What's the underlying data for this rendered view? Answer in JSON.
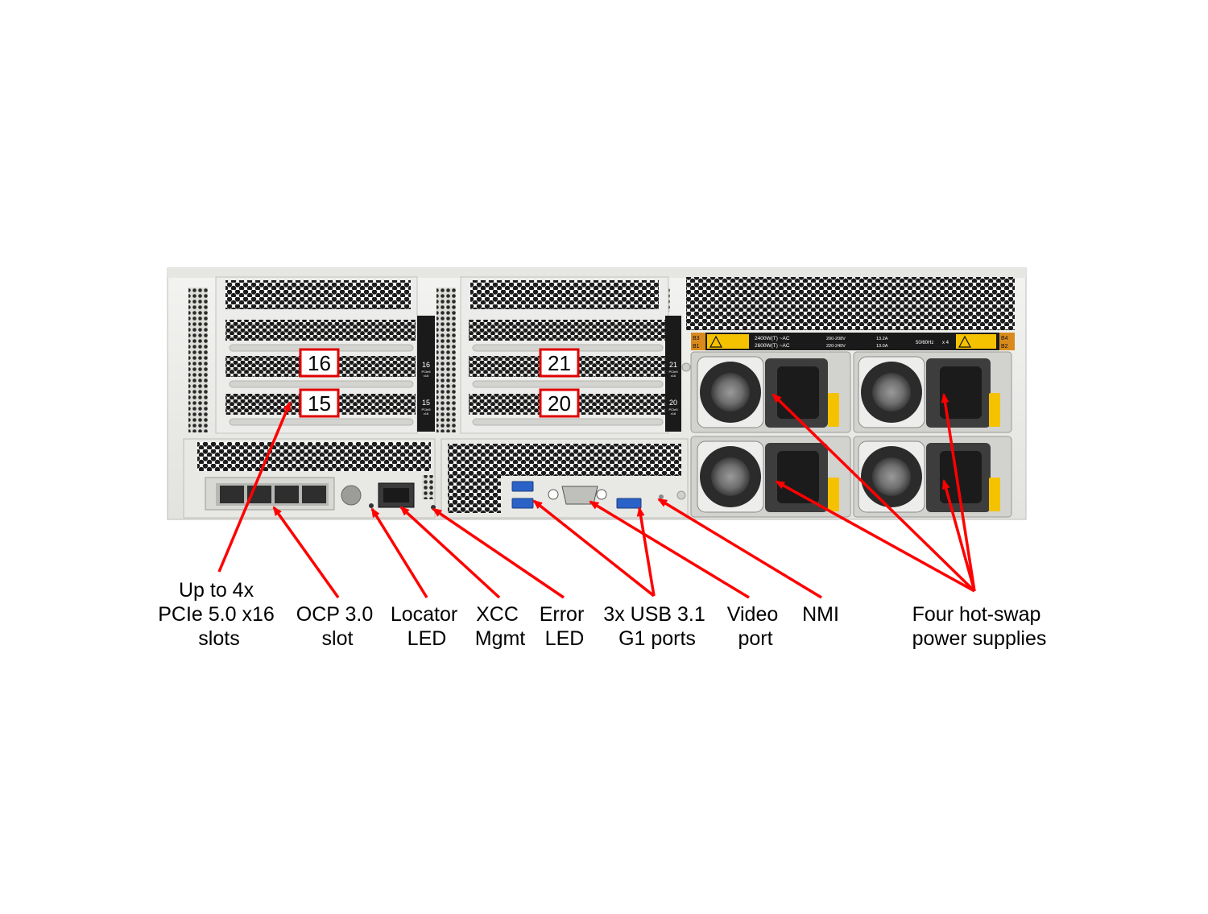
{
  "slot_labels": [
    "16",
    "15",
    "21",
    "20"
  ],
  "bracket_labels": {
    "s16": "16",
    "s15": "15",
    "s21": "21",
    "s20": "20",
    "pcie": "PCIe5",
    "x16": "x16"
  },
  "psu_label": {
    "line1": "2400W(T) ~AC",
    "line2": "2600W(T) ~AC",
    "volt1": "200-208V",
    "volt2": "220-240V",
    "amp1": "13.2A",
    "amp2": "13.0A",
    "freq": "50/60Hz",
    "qty": "x 4",
    "b3": "B3",
    "b1": "B1",
    "b4": "B4",
    "b2": "B2"
  },
  "callouts": [
    {
      "id": "pcie-slots",
      "lines": [
        "Up to 4x",
        "PCIe 5.0 x16",
        "slots"
      ]
    },
    {
      "id": "ocp-slot",
      "lines": [
        "OCP 3.0",
        "slot"
      ]
    },
    {
      "id": "locator-led",
      "lines": [
        "Locator",
        "LED"
      ]
    },
    {
      "id": "xcc-mgmt",
      "lines": [
        "XCC",
        "Mgmt"
      ]
    },
    {
      "id": "error-led",
      "lines": [
        "Error",
        "LED"
      ]
    },
    {
      "id": "usb-ports",
      "lines": [
        "3x USB 3.1",
        "G1 ports"
      ]
    },
    {
      "id": "video-port",
      "lines": [
        "Video",
        "port"
      ]
    },
    {
      "id": "nmi",
      "lines": [
        "NMI"
      ]
    },
    {
      "id": "power-supplies",
      "lines": [
        "Four hot-swap",
        "power supplies"
      ]
    }
  ],
  "colors": {
    "arrow": "#ff0000",
    "slot_box": "#e00000",
    "chassis": "#ececea",
    "warning": "#f5c200"
  }
}
